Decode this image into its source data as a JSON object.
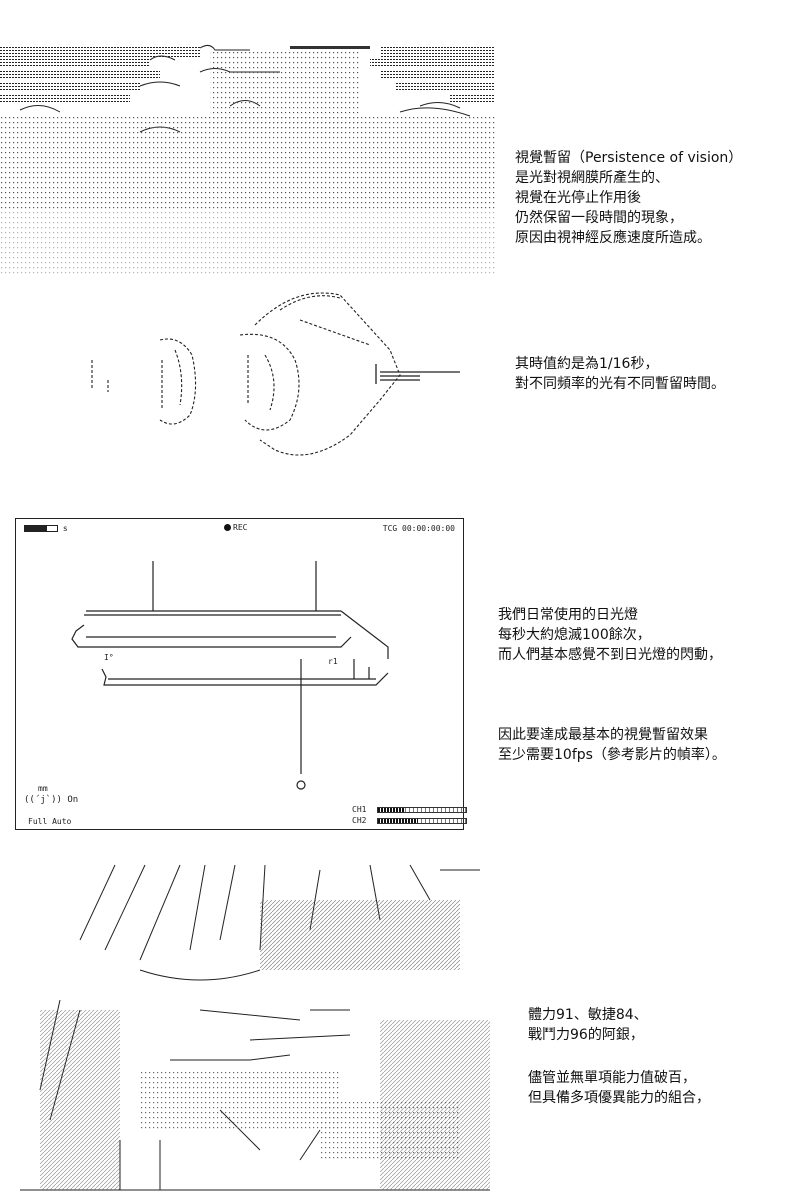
{
  "captions": {
    "persistence": [
      "視覺暫留（Persistence of vision）",
      "是光對視網膜所產生的、",
      "視覺在光停止作用後",
      "仍然保留一段時間的現象，",
      "原因由視神經反應速度所造成。"
    ],
    "timing": [
      "其時值約是為1/16秒，",
      "對不同頻率的光有不同暫留時間。"
    ],
    "lamp": [
      "我們日常使用的日光燈",
      "每秒大約熄滅100餘次，",
      "而人們基本感覺不到日光燈的閃動，"
    ],
    "fps": [
      "因此要達成最基本的視覺暫留效果",
      "至少需要10fps（參考影片的幀率）。"
    ],
    "character": [
      "體力91、敏捷84、",
      "戰鬥力96的阿銀，"
    ],
    "ability": [
      "儘管並無單項能力值破百，",
      "但具備多項優異能力的組合，"
    ]
  },
  "camera": {
    "battery_suffix": "s",
    "battery_level": 0.7,
    "rec_label": "REC",
    "timecode": "TCG 00:00:00:00",
    "eye_letters": "mm",
    "eye_face": "((´j`)) On",
    "mode": "Full Auto",
    "ch1_label": "CH1",
    "ch1_level": 0.3,
    "ch2_label": "CH2",
    "ch2_level": 0.45,
    "lamp_letter_left": "I°",
    "lamp_letter_right": "r1"
  }
}
